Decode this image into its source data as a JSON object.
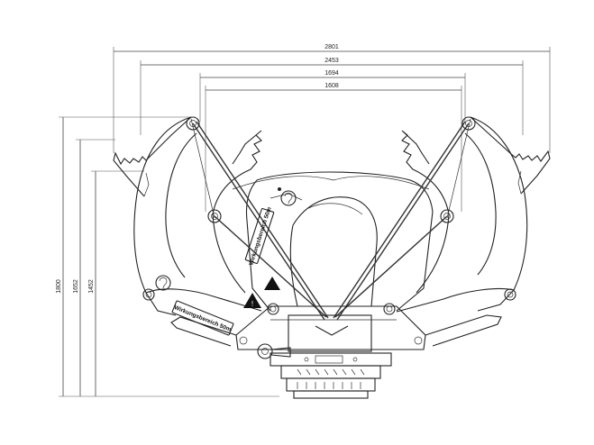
{
  "dimensions": {
    "horizontal": [
      "2801",
      "2453",
      "1694",
      "1608"
    ],
    "vertical": [
      "1800",
      "1652",
      "1452"
    ]
  },
  "labels": {
    "left_decal": "Wirkungsbereich 50m",
    "right_decal": "Wirkungsbereich 50m"
  },
  "icons": [
    "crush-hazard-icon",
    "warning-triangle-icon",
    "lifting-point-icon"
  ]
}
